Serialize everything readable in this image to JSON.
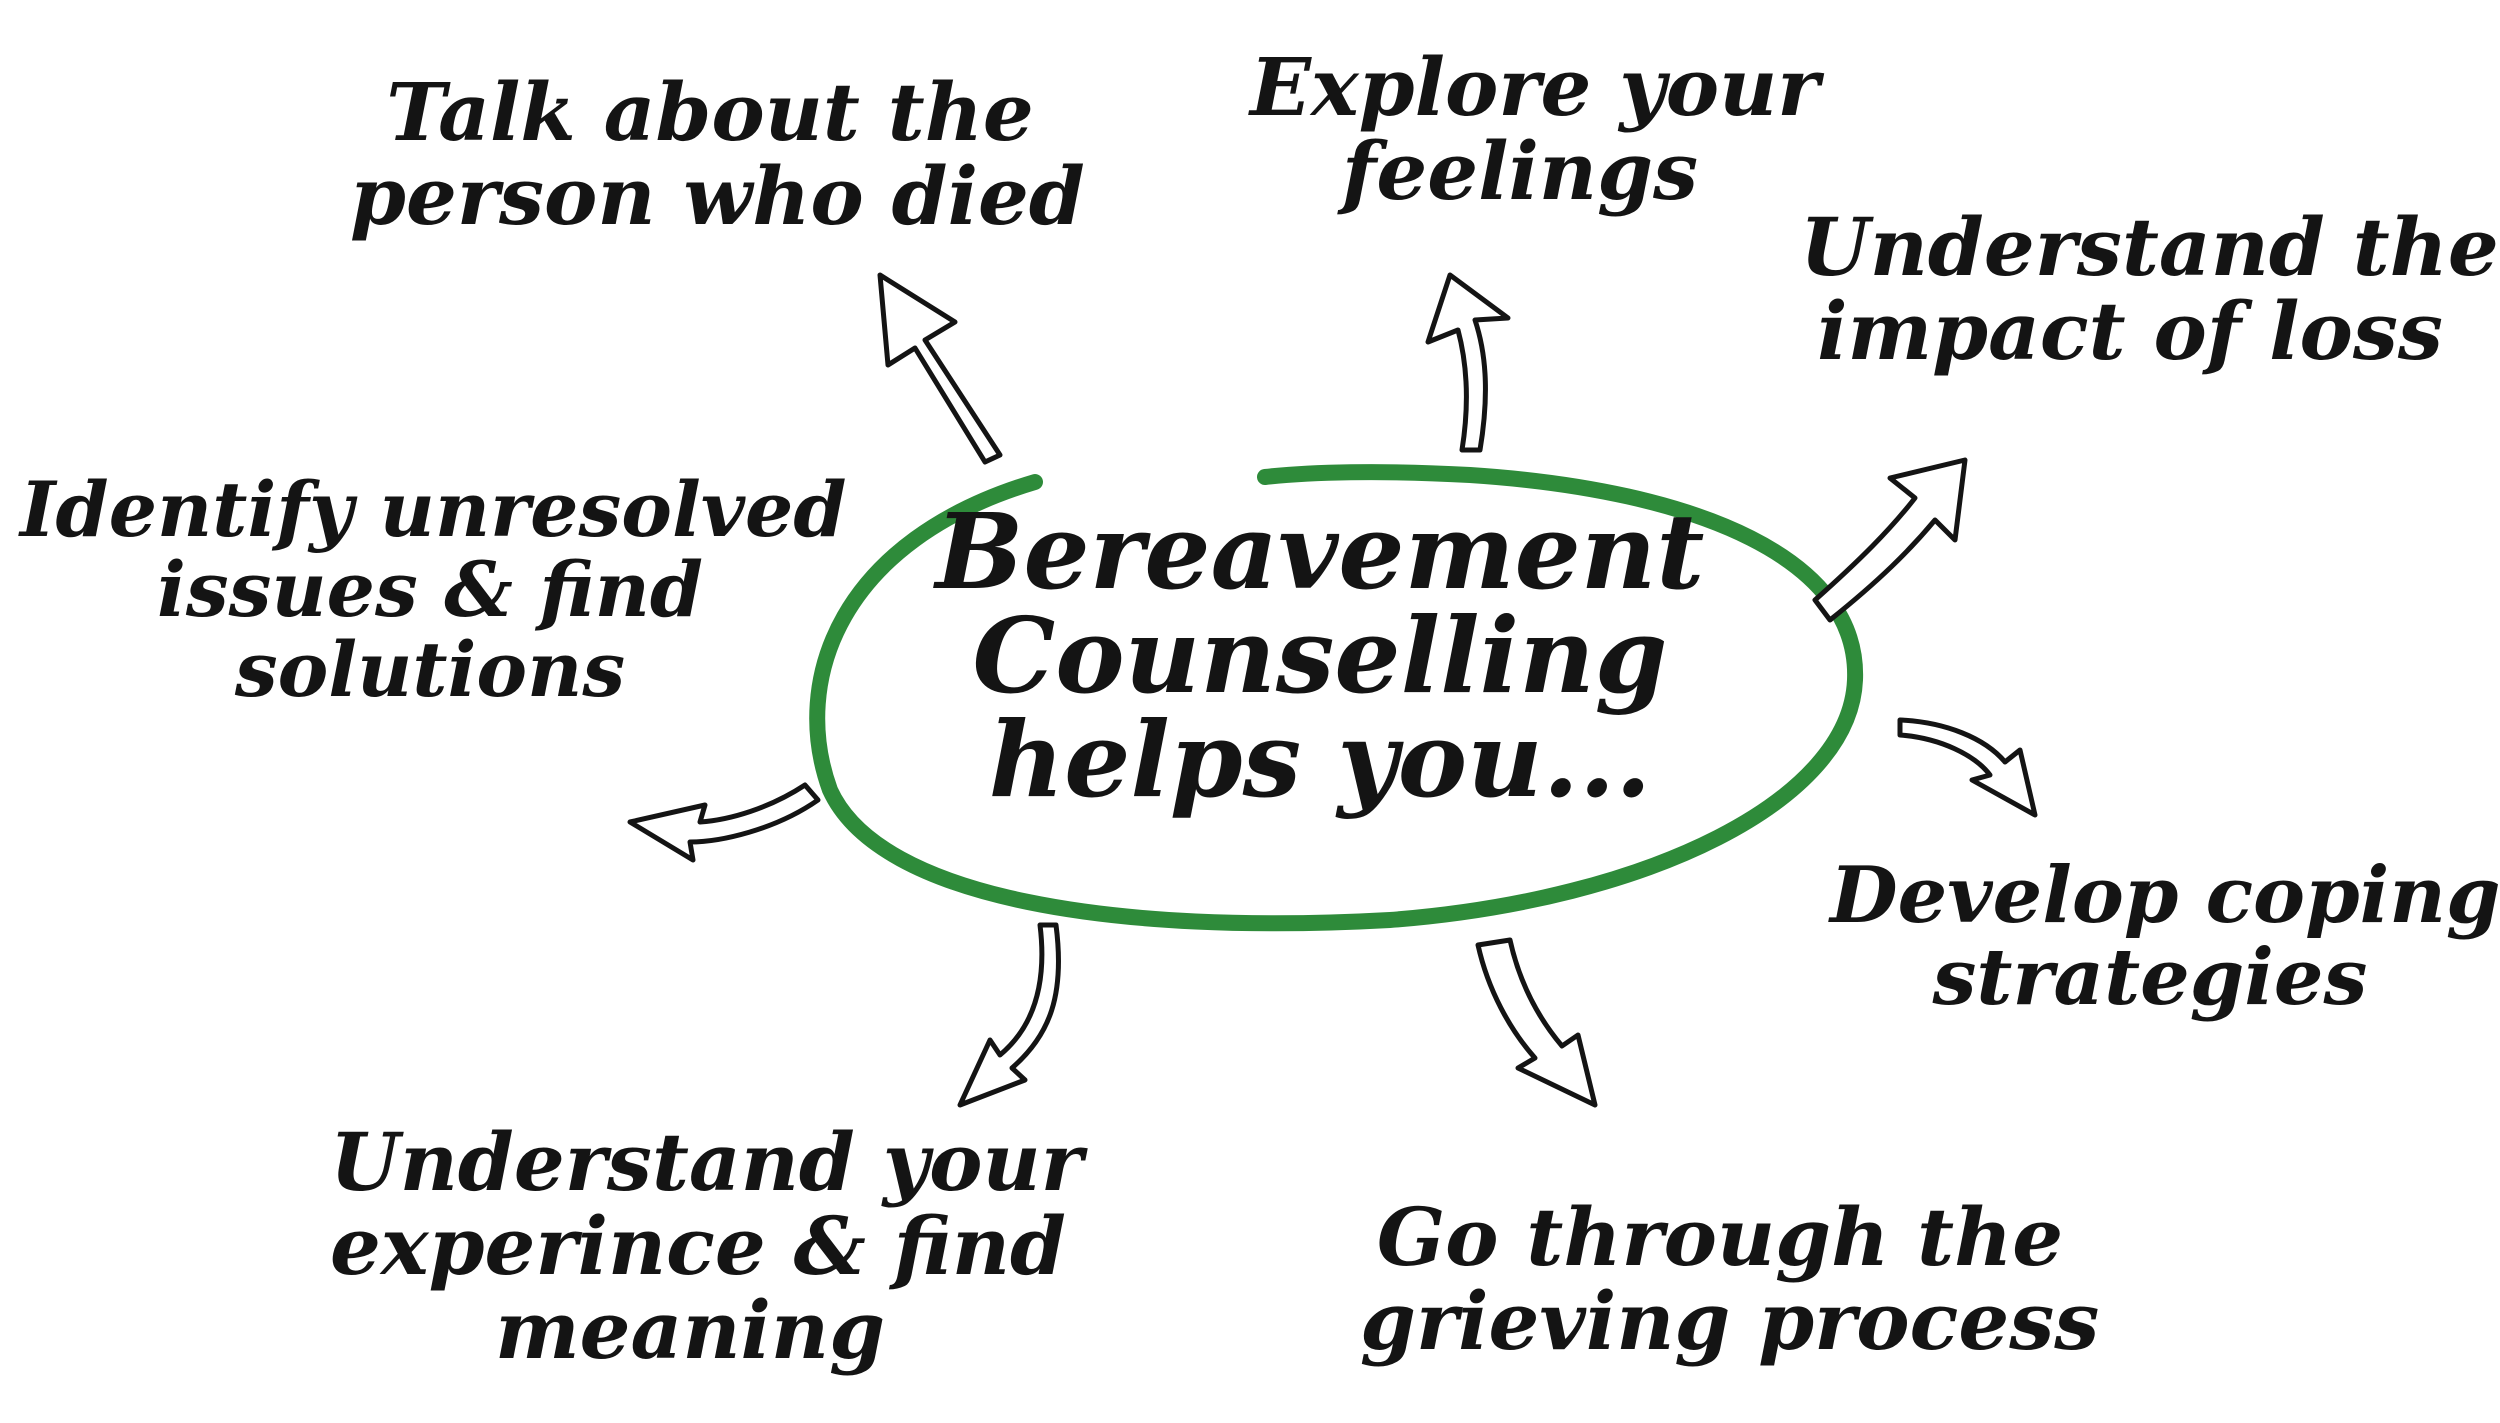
{
  "center": {
    "lines": [
      "Bereavement",
      "Counselling",
      "helps you..."
    ]
  },
  "nodes": [
    {
      "lines": [
        "Talk about the",
        "person who died"
      ]
    },
    {
      "lines": [
        "Explore your",
        "feelings"
      ]
    },
    {
      "lines": [
        "Understand the",
        "impact of loss"
      ]
    },
    {
      "lines": [
        "Identify unresolved",
        "issues & find",
        "solutions"
      ]
    },
    {
      "lines": [
        "Develop coping",
        "strategies"
      ]
    },
    {
      "lines": [
        "Understand your",
        "experince & find",
        "meaning"
      ]
    },
    {
      "lines": [
        "Go through the",
        "grieving process"
      ]
    }
  ],
  "colors": {
    "ellipse": "#2e8b3a",
    "text": "#141414",
    "arrow_stroke": "#141414",
    "background": "#ffffff"
  }
}
